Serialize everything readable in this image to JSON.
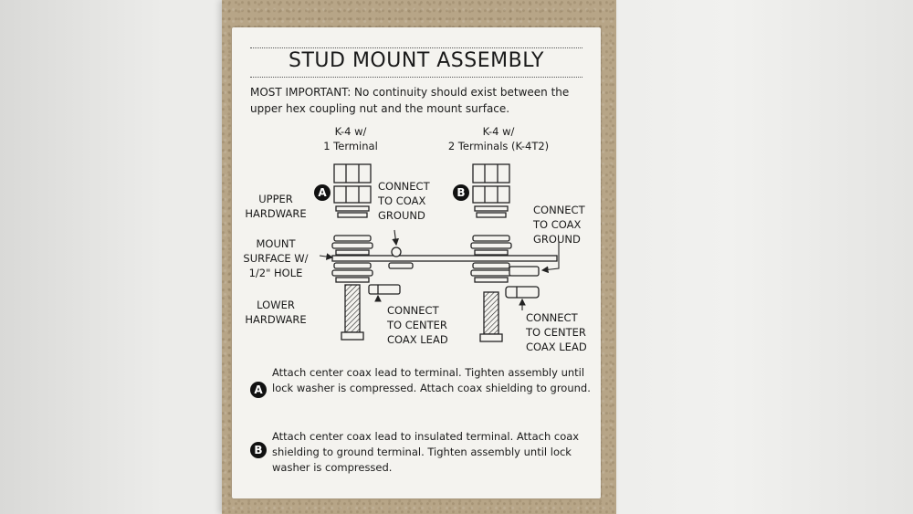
{
  "title": "STUD MOUNT ASSEMBLY",
  "intro": "MOST IMPORTANT: No continuity should exist between the upper hex coupling nut and the mount surface.",
  "variant_a": {
    "model": "K-4 w/",
    "terminals": "1 Terminal",
    "marker": "A"
  },
  "variant_b": {
    "model": "K-4 w/",
    "terminals": "2 Terminals (K-4T2)",
    "marker": "B"
  },
  "labels": {
    "upper_hardware": "UPPER HARDWARE",
    "mount_surface": "MOUNT SURFACE W/ 1/2\" HOLE",
    "lower_hardware": "LOWER HARDWARE",
    "connect_ground_a": "CONNECT TO COAX GROUND",
    "connect_ground_b": "CONNECT TO COAX GROUND",
    "connect_center_a": "CONNECT TO CENTER COAX LEAD",
    "connect_center_b": "CONNECT TO CENTER COAX LEAD"
  },
  "instructions": [
    {
      "marker": "A",
      "text": "Attach center coax lead to terminal. Tighten assembly until lock washer is compressed. Attach coax shielding to ground."
    },
    {
      "marker": "B",
      "text": "Attach center coax lead to insulated terminal. Attach coax shielding to ground terminal. Tighten assembly until lock washer is compressed."
    }
  ]
}
